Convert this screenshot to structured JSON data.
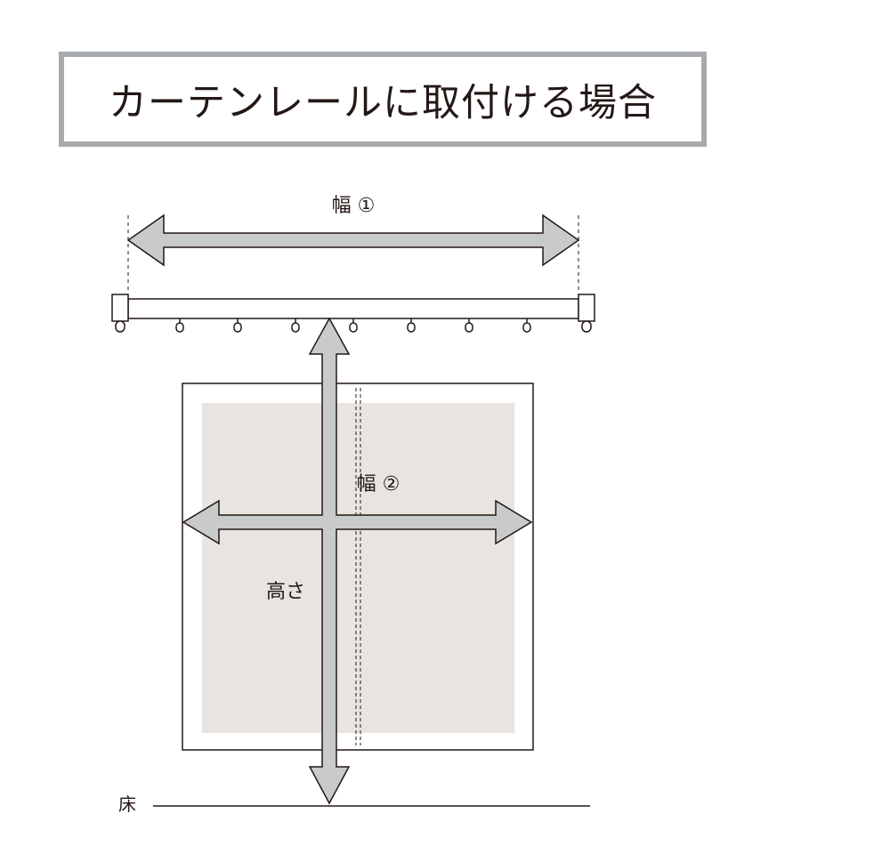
{
  "title": "カーテンレールに取付ける場合",
  "labels": {
    "width1": "幅 ①",
    "width2": "幅 ②",
    "height": "高さ",
    "floor": "床"
  },
  "colors": {
    "frame_border": "#a7abae",
    "arrow_fill": "#c9caca",
    "line": "#231815",
    "window_fill": "#e8e5e1"
  }
}
